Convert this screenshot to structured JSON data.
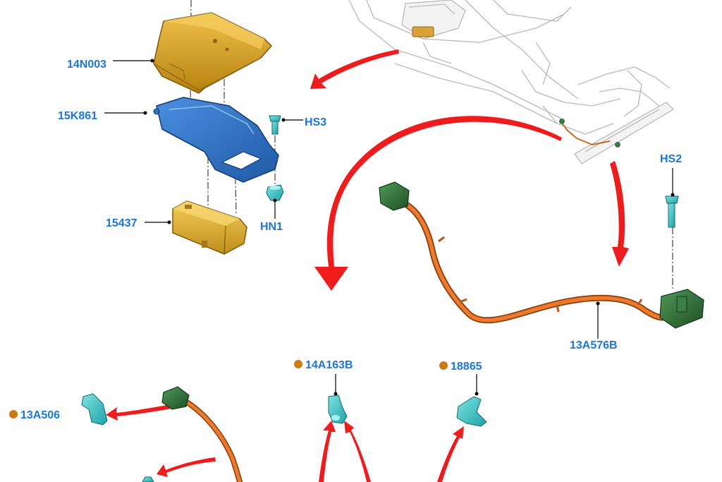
{
  "colors": {
    "label": "#1d76d6",
    "arrow": "#ee1c1c",
    "bullet": "#cc7a14",
    "cover": "#d7a21d",
    "bracket": "#2f74c6",
    "module": "#e1b22c",
    "fastener": "#3bc6c6",
    "cable": "#e06a1e",
    "connector": "#2e6b34"
  },
  "labels": {
    "cover": "14N003",
    "bracket": "15K861",
    "module": "15437",
    "screw_hs3": "HS3",
    "nut_hn1": "HN1",
    "screw_hs2": "HS2",
    "cable": "13A576B",
    "clip_13a506": "13A506",
    "clip_14a163b": "14A163B",
    "clip_18865": "18865"
  }
}
